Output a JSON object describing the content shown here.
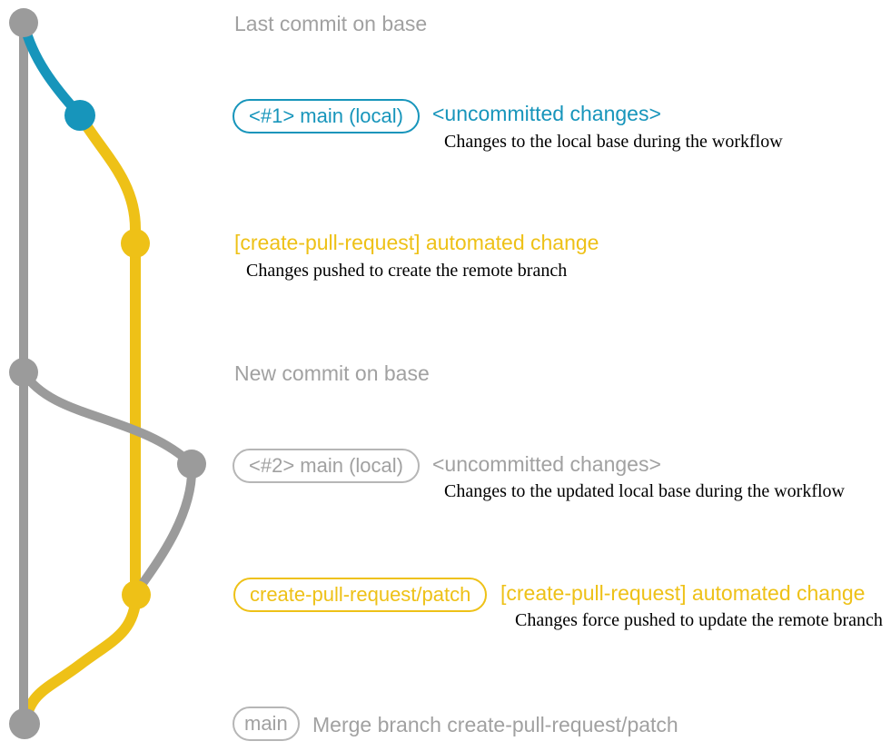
{
  "palette": {
    "teal": "#1795bb",
    "gold": "#eec117",
    "gray": "#9b9b9b",
    "gray_text": "#a1a1a1",
    "gray_border": "#b6b6b6"
  },
  "graph_labels": {
    "last_commit": "Last commit on base",
    "new_commit": "New commit on base"
  },
  "rows": {
    "main1": {
      "badge": "<#1> main (local)",
      "title": "<uncommitted changes>",
      "desc": "Changes to the local base during the workflow"
    },
    "auto1": {
      "title": "[create-pull-request] automated change",
      "desc": "Changes pushed to create the remote branch"
    },
    "main2": {
      "badge": "<#2> main (local)",
      "title": "<uncommitted changes>",
      "desc": "Changes to the updated local base during the workflow"
    },
    "auto2": {
      "badge": "create-pull-request/patch",
      "title": "[create-pull-request] automated change",
      "desc": "Changes force pushed to update the remote branch"
    },
    "merge": {
      "badge": "main",
      "title": "Merge branch create-pull-request/patch"
    }
  }
}
